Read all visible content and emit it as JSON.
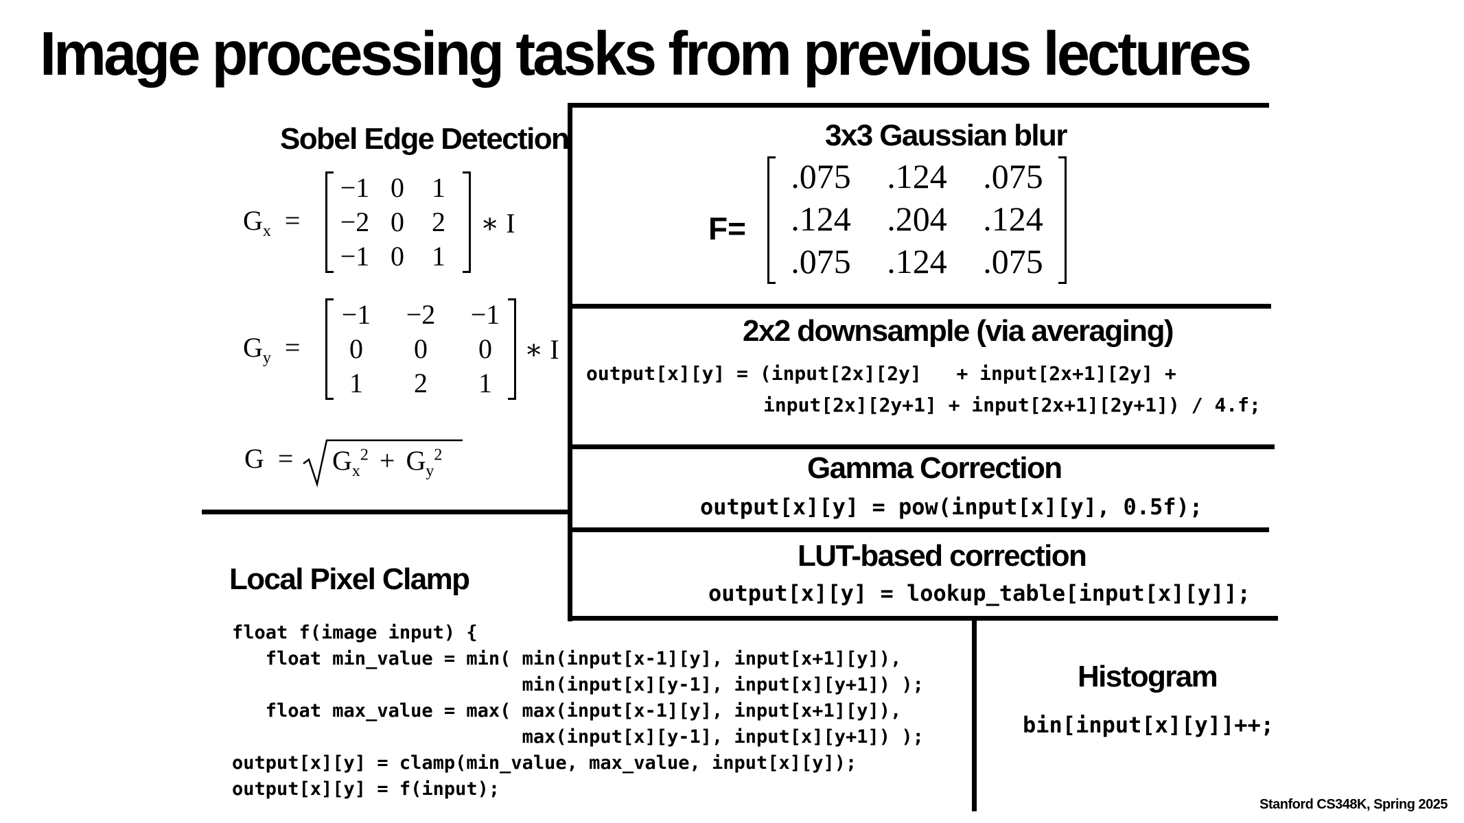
{
  "title": "Image processing tasks from previous lectures",
  "footer": "Stanford CS348K, Spring 2025",
  "sobel": {
    "heading": "Sobel Edge Detection",
    "gx_label": "G",
    "gx_sub": "x",
    "gy_label": "G",
    "gy_sub": "y",
    "equals": "=",
    "conv": "∗ I",
    "gx_matrix": [
      [
        "−1",
        "0",
        "1"
      ],
      [
        "−2",
        "0",
        "2"
      ],
      [
        "−1",
        "0",
        "1"
      ]
    ],
    "gy_matrix": [
      [
        "−1",
        "−2",
        "−1"
      ],
      [
        "0",
        "0",
        "0"
      ],
      [
        "1",
        "2",
        "1"
      ]
    ],
    "g_label": "G",
    "g_expr_1": "G",
    "g_expr_1_sub": "x",
    "g_expr_2": "G",
    "g_expr_2_sub": "y",
    "sq": "2",
    "plus": "+"
  },
  "gaussian": {
    "heading": "3x3 Gaussian blur",
    "label": "F=",
    "matrix": [
      [
        ".075",
        ".124",
        ".075"
      ],
      [
        ".124",
        ".204",
        ".124"
      ],
      [
        ".075",
        ".124",
        ".075"
      ]
    ]
  },
  "downsample": {
    "heading": "2x2 downsample (via averaging)",
    "code_line1": "output[x][y] = (input[2x][2y]   + input[2x+1][2y] +",
    "code_line2": "input[2x][2y+1] + input[2x+1][2y+1]) / 4.f;"
  },
  "gamma": {
    "heading": "Gamma Correction",
    "code": "output[x][y] = pow(input[x][y], 0.5f);"
  },
  "lut": {
    "heading": "LUT-based correction",
    "code": "output[x][y] = lookup_table[input[x][y]];"
  },
  "clamp": {
    "heading": "Local Pixel Clamp",
    "code_lines": [
      "float f(image input) {",
      "   float min_value = min( min(input[x-1][y], input[x+1][y]),",
      "                          min(input[x][y-1], input[x][y+1]) );",
      "   float max_value = max( max(input[x-1][y], input[x+1][y]),",
      "                          max(input[x][y-1], input[x][y+1]) );",
      "output[x][y] = clamp(min_value, max_value, input[x][y]);",
      "output[x][y] = f(input);"
    ]
  },
  "histogram": {
    "heading": "Histogram",
    "code": "bin[input[x][y]]++;"
  }
}
